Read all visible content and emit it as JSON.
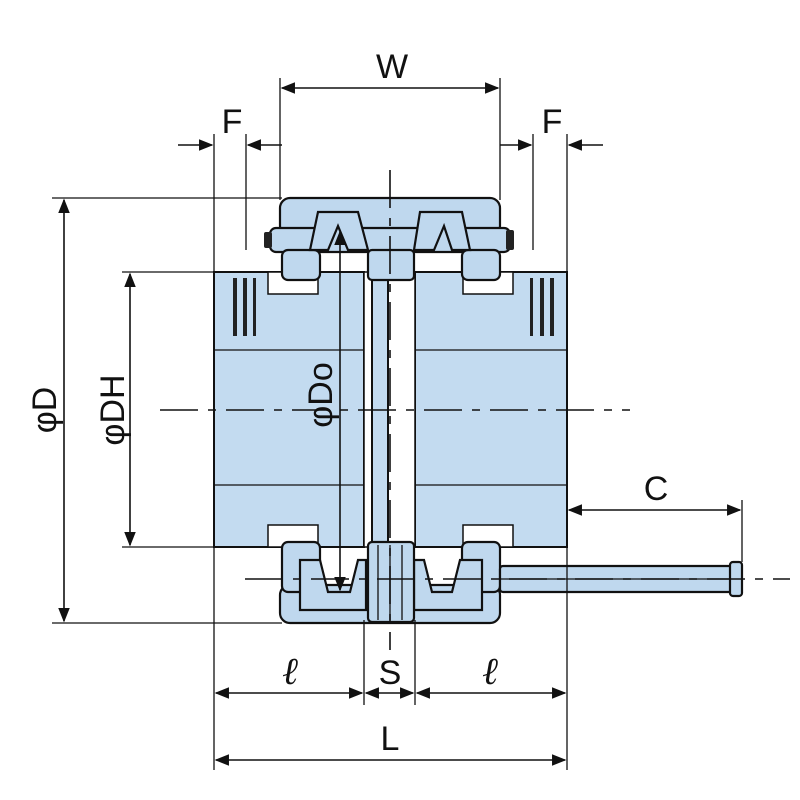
{
  "labels": {
    "W": "W",
    "F_left": "F",
    "F_right": "F",
    "D": "φD",
    "DH": "φDH",
    "Do": "φDo",
    "C": "C",
    "l_left": "ℓ",
    "l_right": "ℓ",
    "S": "S",
    "L": "L"
  },
  "colors": {
    "body": "#c3dbf0",
    "outline": "#111111"
  }
}
